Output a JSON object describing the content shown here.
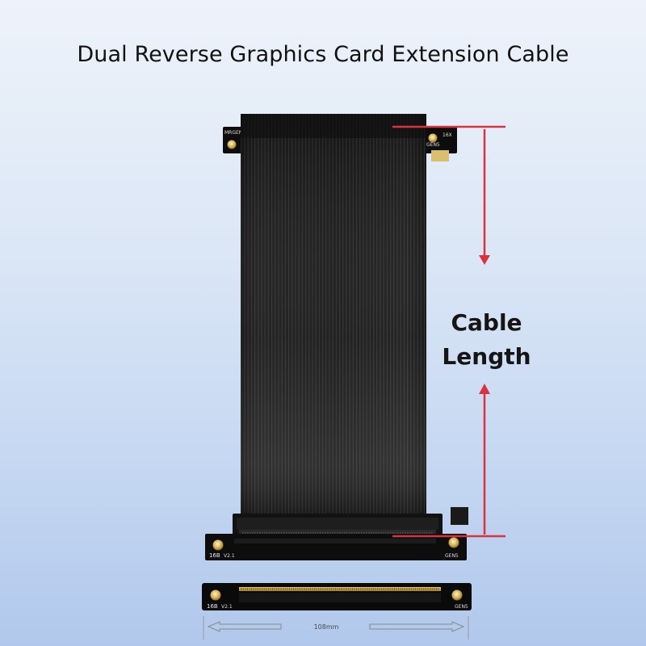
{
  "title": "Dual Reverse Graphics Card Extension Cable",
  "dimension": {
    "label_line1": "Cable",
    "label_line2": "Length",
    "width_text": "108mm",
    "arrow_color": "#d9333f"
  },
  "connector_marks": {
    "top_slot": "16X",
    "top_gen": "GEN5",
    "top_tiny": "MRGEN",
    "bottom_slot": "16B",
    "bottom_rev": "V2.1",
    "bottom_gen": "GEN5",
    "edge_slot": "16B",
    "edge_rev": "V2.1",
    "edge_gen": "GEN5"
  },
  "colors": {
    "cable": "#1b1b1b",
    "pcb": "#0d0d0d",
    "gold": "#c9a84a"
  }
}
